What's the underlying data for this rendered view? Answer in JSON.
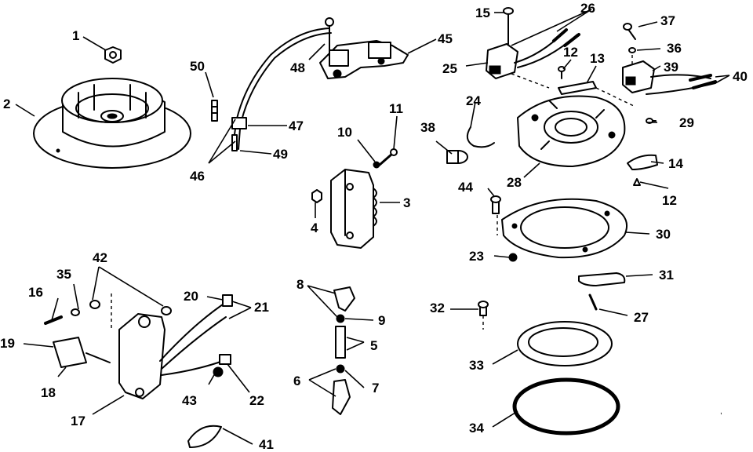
{
  "diagram": {
    "callouts": [
      {
        "id": "c1",
        "text": "1"
      },
      {
        "id": "c2",
        "text": "2"
      },
      {
        "id": "c3",
        "text": "3"
      },
      {
        "id": "c4",
        "text": "4"
      },
      {
        "id": "c5",
        "text": "5"
      },
      {
        "id": "c6",
        "text": "6"
      },
      {
        "id": "c7",
        "text": "7"
      },
      {
        "id": "c8",
        "text": "8"
      },
      {
        "id": "c9",
        "text": "9"
      },
      {
        "id": "c10",
        "text": "10"
      },
      {
        "id": "c11",
        "text": "11"
      },
      {
        "id": "c12a",
        "text": "12"
      },
      {
        "id": "c12b",
        "text": "12"
      },
      {
        "id": "c13",
        "text": "13"
      },
      {
        "id": "c14",
        "text": "14"
      },
      {
        "id": "c15",
        "text": "15"
      },
      {
        "id": "c16",
        "text": "16"
      },
      {
        "id": "c17",
        "text": "17"
      },
      {
        "id": "c18",
        "text": "18"
      },
      {
        "id": "c19",
        "text": "19"
      },
      {
        "id": "c20",
        "text": "20"
      },
      {
        "id": "c21",
        "text": "21"
      },
      {
        "id": "c22",
        "text": "22"
      },
      {
        "id": "c23",
        "text": "23"
      },
      {
        "id": "c24",
        "text": "24"
      },
      {
        "id": "c25",
        "text": "25"
      },
      {
        "id": "c26",
        "text": "26"
      },
      {
        "id": "c27",
        "text": "27"
      },
      {
        "id": "c28",
        "text": "28"
      },
      {
        "id": "c29",
        "text": "29"
      },
      {
        "id": "c30",
        "text": "30"
      },
      {
        "id": "c31",
        "text": "31"
      },
      {
        "id": "c32",
        "text": "32"
      },
      {
        "id": "c33",
        "text": "33"
      },
      {
        "id": "c34",
        "text": "34"
      },
      {
        "id": "c35",
        "text": "35"
      },
      {
        "id": "c36",
        "text": "36"
      },
      {
        "id": "c37",
        "text": "37"
      },
      {
        "id": "c38",
        "text": "38"
      },
      {
        "id": "c39",
        "text": "39"
      },
      {
        "id": "c40",
        "text": "40"
      },
      {
        "id": "c41",
        "text": "41"
      },
      {
        "id": "c42",
        "text": "42"
      },
      {
        "id": "c43",
        "text": "43"
      },
      {
        "id": "c44",
        "text": "44"
      },
      {
        "id": "c45",
        "text": "45"
      },
      {
        "id": "c46",
        "text": "46"
      },
      {
        "id": "c47",
        "text": "47"
      },
      {
        "id": "c48",
        "text": "48"
      },
      {
        "id": "c49",
        "text": "49"
      },
      {
        "id": "c50",
        "text": "50"
      }
    ]
  }
}
